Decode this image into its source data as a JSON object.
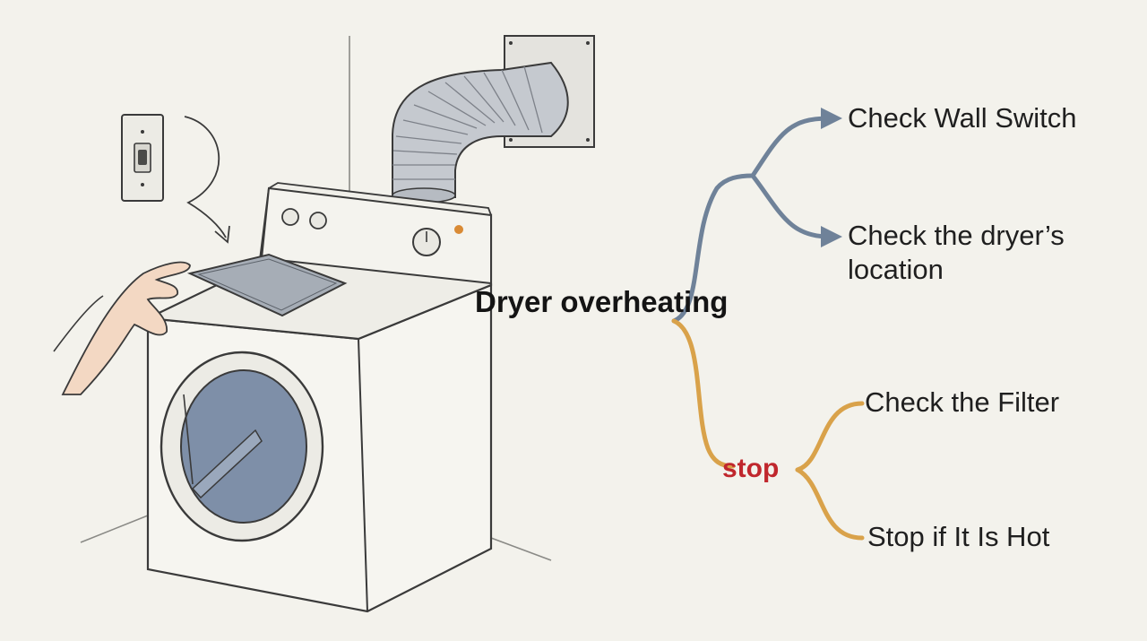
{
  "diagram": {
    "root": "Dryer overheating",
    "stop_node": "stop",
    "branches": [
      {
        "label": "Check Wall Switch",
        "group": "check"
      },
      {
        "label": "Check the dryer’s location",
        "group": "check"
      },
      {
        "label": "Check the Filter",
        "group": "stop"
      },
      {
        "label": "Stop if It Is Hot",
        "group": "stop"
      }
    ]
  },
  "colors": {
    "background": "#f3f2ec",
    "line_art": "#3a3a3a",
    "upper_branch": "#6f8299",
    "lower_branch": "#d9a24a",
    "stop_text": "#c0272d",
    "drum_glass": "#7e8fa8",
    "skin": "#f3d8c3"
  },
  "icons": [
    "light-switch-icon",
    "dryer-icon",
    "vent-duct-icon",
    "hand-icon",
    "lint-filter-icon"
  ]
}
